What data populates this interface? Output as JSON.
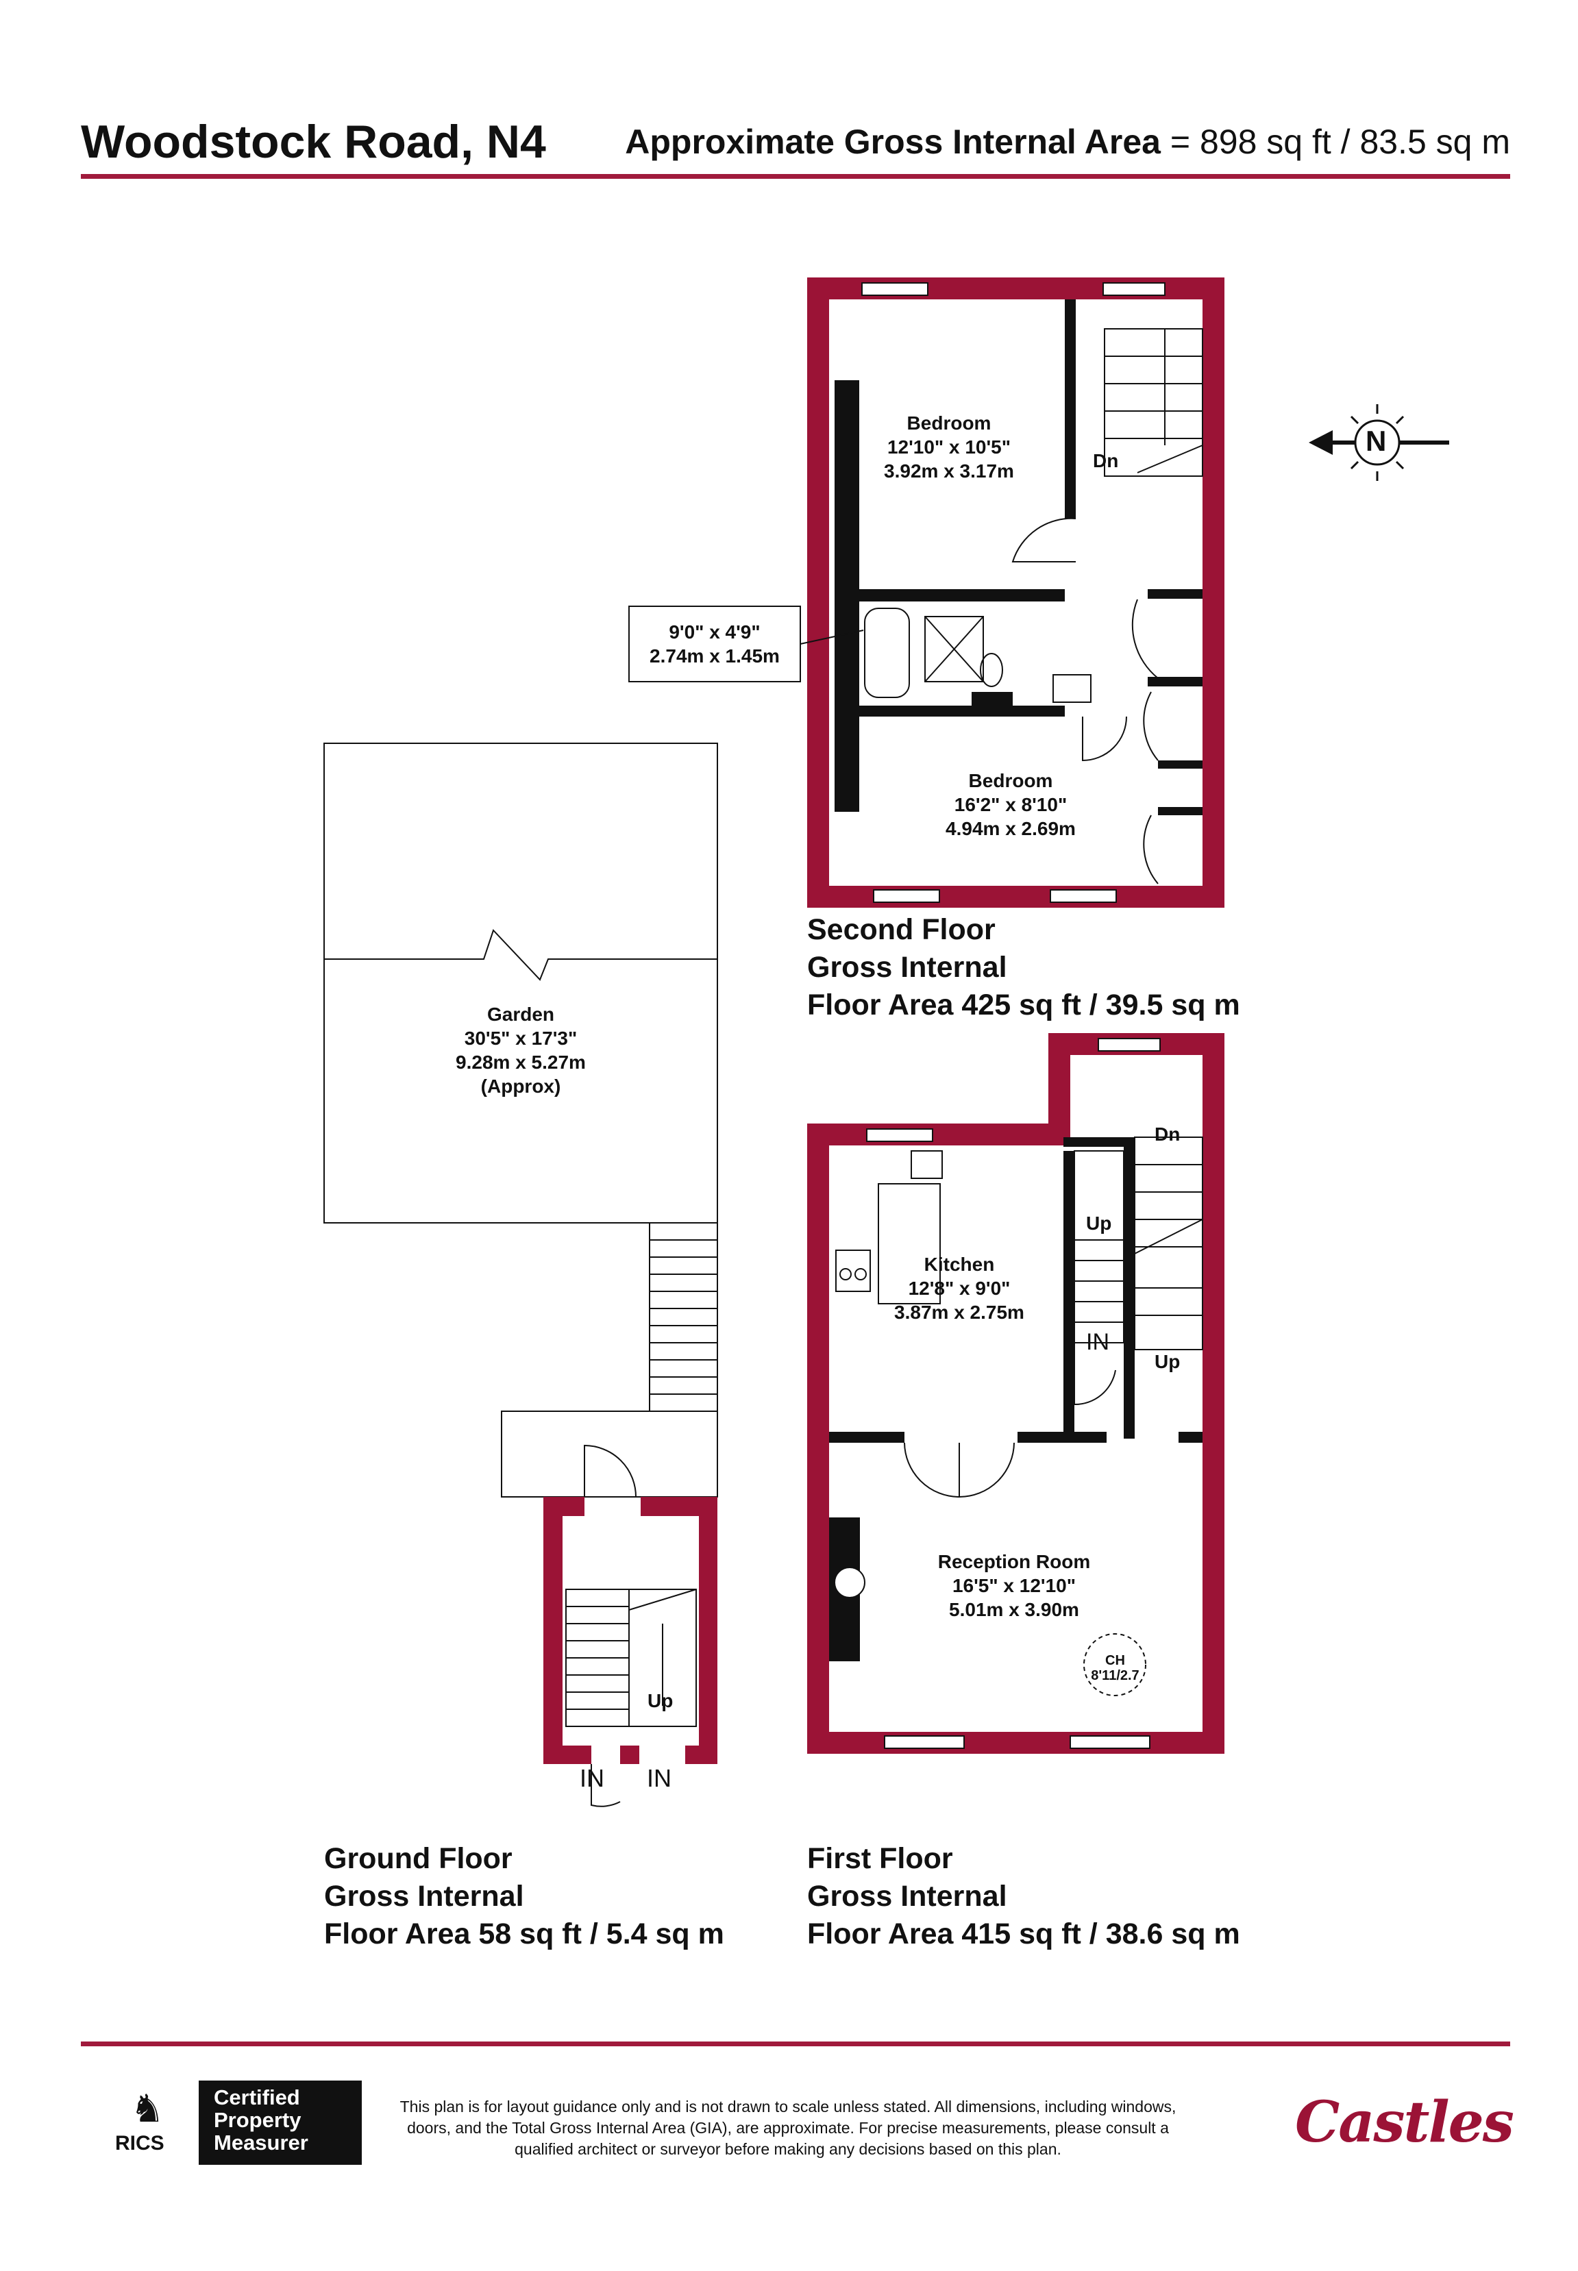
{
  "header": {
    "title": "Woodstock Road, N4",
    "area_label": "Approximate Gross Internal Area",
    "area_value": " = 898 sq ft / 83.5 sq m"
  },
  "floors": {
    "second": {
      "line1": "Second Floor",
      "line2": "Gross Internal",
      "line3": "Floor Area 425 sq ft / 39.5 sq m"
    },
    "ground": {
      "line1": "Ground Floor",
      "line2": "Gross Internal",
      "line3": "Floor Area 58 sq ft / 5.4 sq m"
    },
    "first": {
      "line1": "First Floor",
      "line2": "Gross Internal",
      "line3": "Floor Area 415 sq ft / 38.6 sq m"
    }
  },
  "rooms": {
    "bedroom1": {
      "name": "Bedroom",
      "imperial": "12'10\" x 10'5\"",
      "metric": "3.92m x 3.17m"
    },
    "bathroom": {
      "imperial": "9'0\" x 4'9\"",
      "metric": "2.74m x 1.45m"
    },
    "bedroom2": {
      "name": "Bedroom",
      "imperial": "16'2\" x 8'10\"",
      "metric": "4.94m x 2.69m"
    },
    "garden": {
      "name": "Garden",
      "imperial": "30'5\" x 17'3\"",
      "metric": "9.28m x 5.27m",
      "note": "(Approx)"
    },
    "kitchen": {
      "name": "Kitchen",
      "imperial": "12'8\" x 9'0\"",
      "metric": "3.87m x 2.75m"
    },
    "reception": {
      "name": "Reception Room",
      "imperial": "16'5\" x 12'10\"",
      "metric": "5.01m x 3.90m"
    }
  },
  "labels": {
    "dn": "Dn",
    "up": "Up",
    "in": "IN",
    "ch": "CH",
    "ch_height": "8'11/2.7",
    "compass": "N"
  },
  "footer": {
    "disclaimer": "This plan is for layout guidance only and is not drawn to scale unless stated. All dimensions, including windows, doors, and the Total Gross Internal Area (GIA), are approximate. For precise measurements, please consult a qualified architect or surveyor before making any decisions based on this plan.",
    "badge_line1": "Certified",
    "badge_line2": "Property",
    "badge_line3": "Measurer",
    "rics": "RICS",
    "brand": "Castles"
  },
  "colors": {
    "wall": "#9b1336",
    "accent_rule": "#a01a3c",
    "ink": "#111111"
  }
}
